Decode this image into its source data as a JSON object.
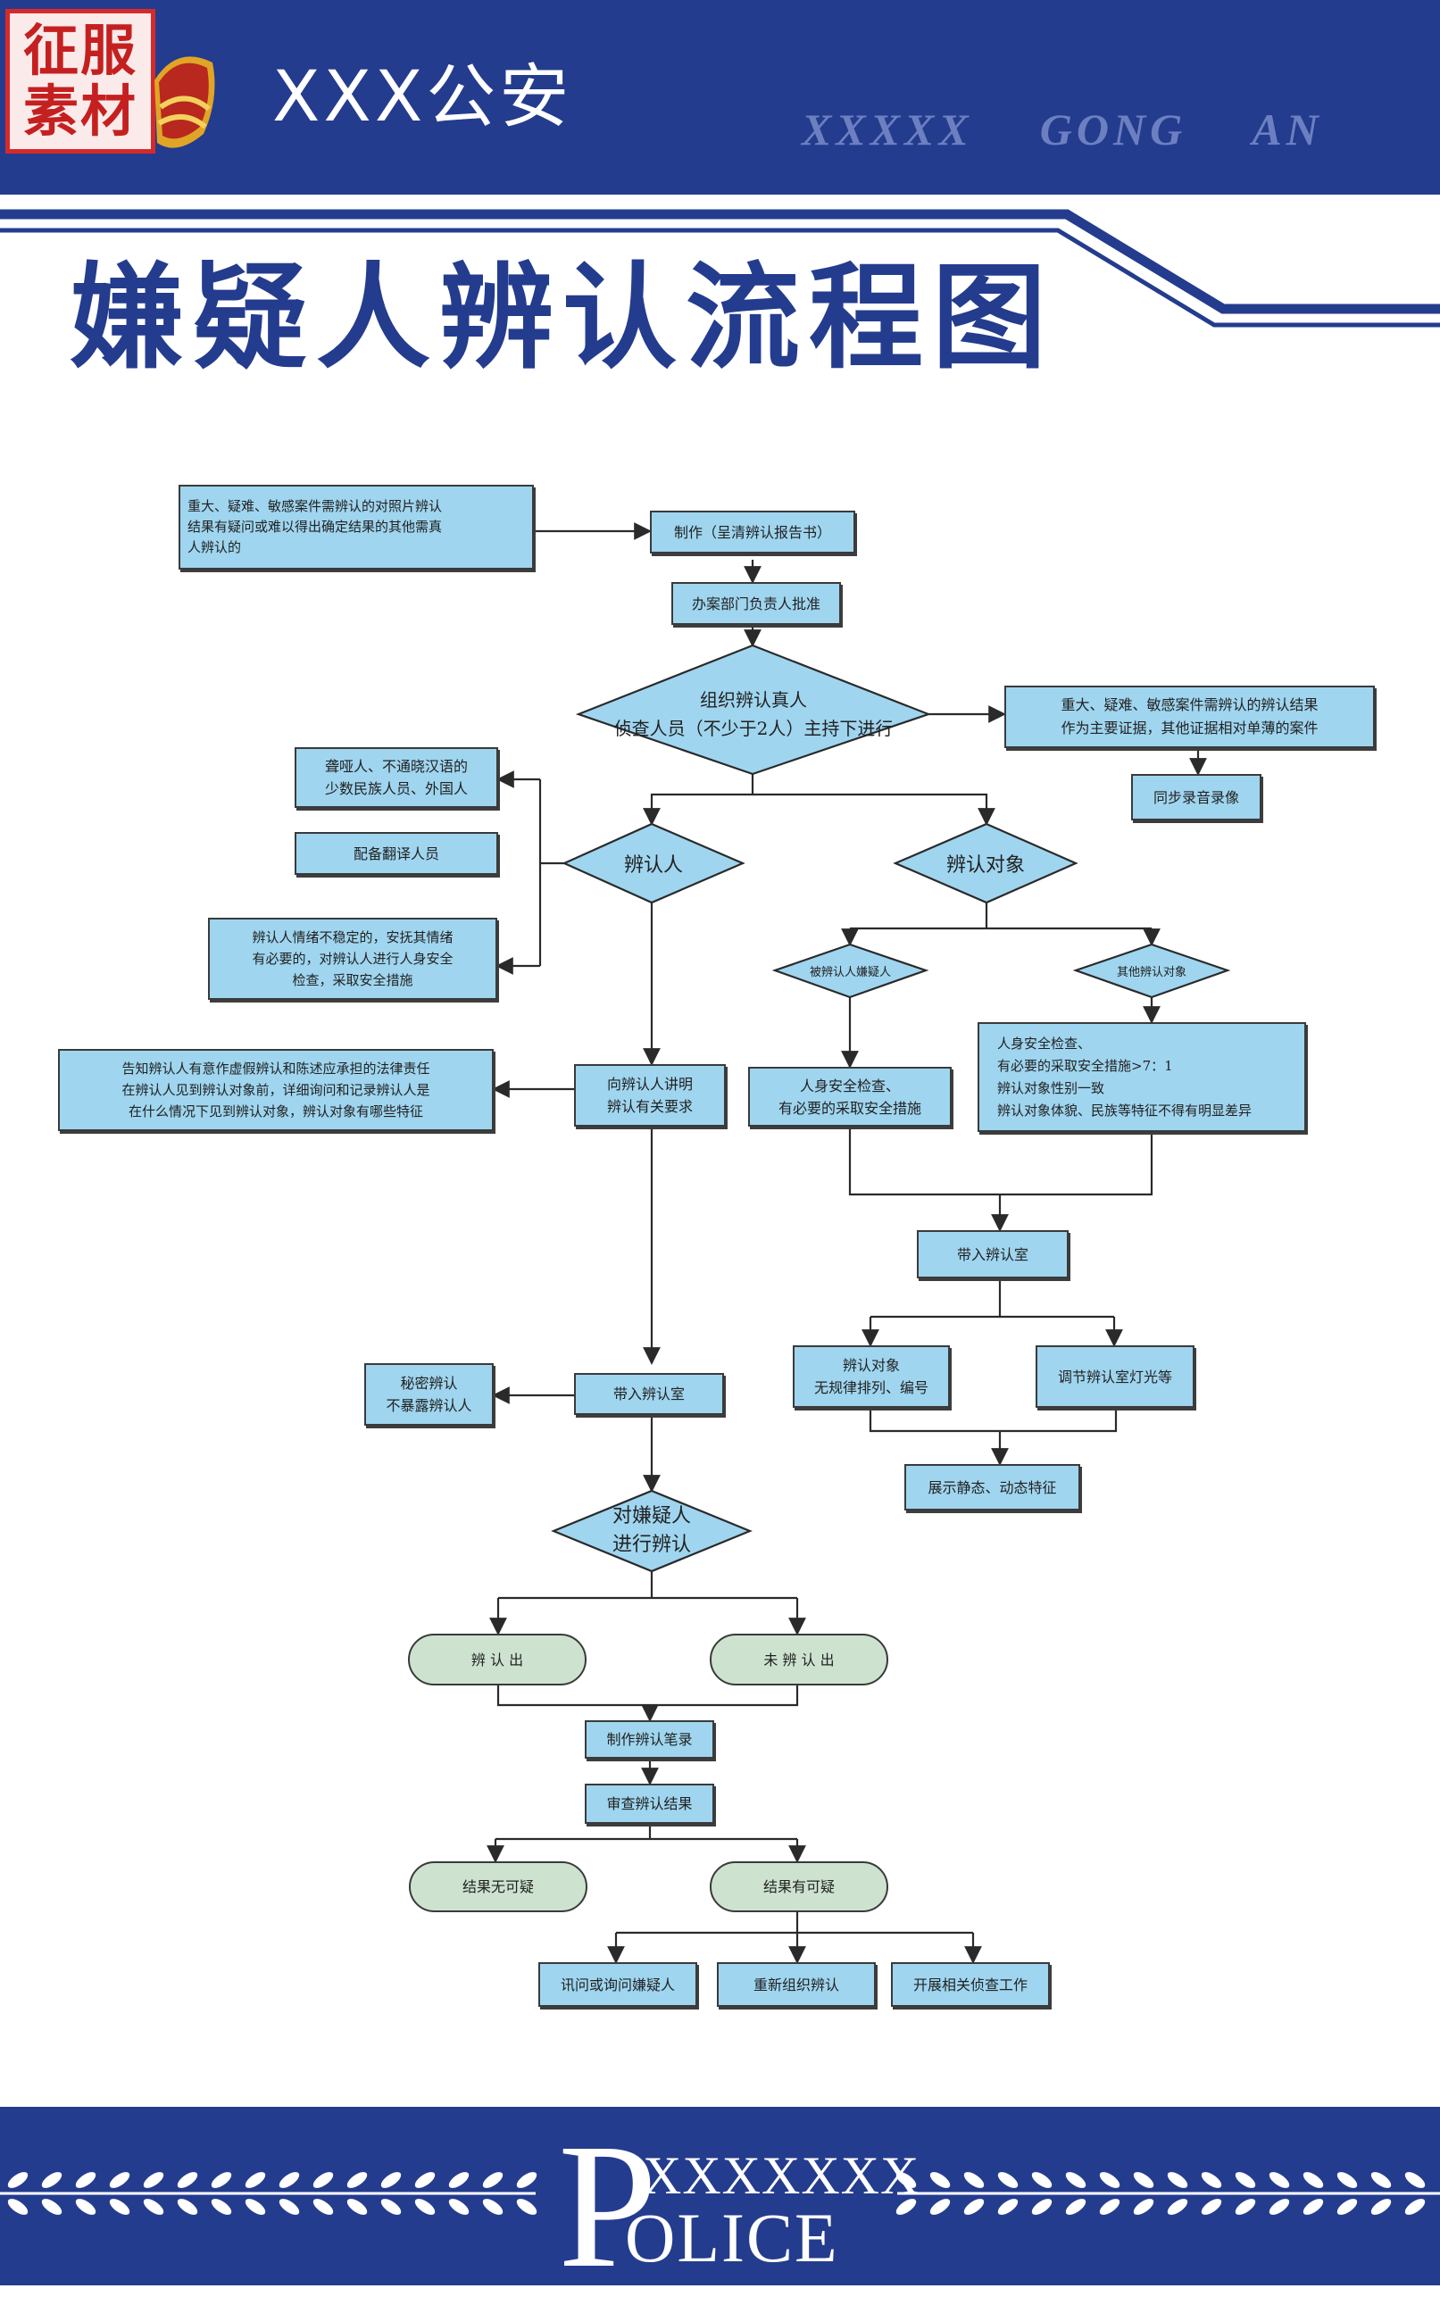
{
  "header": {
    "watermark": "征服\n素材",
    "brand_cn": "XXX公安",
    "brand_en": "XXXXX  GONG  AN"
  },
  "title": "嫌疑人辨认流程图",
  "flow": {
    "n_case_desc": "重大、疑难、敏感案件需辨认的对照片辨认\n结果有疑问或难以得出确定结果的其他需真\n人辨认的",
    "n_make_report": "制作（呈清辨认报告书）",
    "n_approve": "办案部门负责人批准",
    "d_organize": "组织辨认真人\n侦查人员（不少于2人）主持下进行",
    "n_main_evidence": "重大、疑难、敏感案件需辨认的辨认结果\n作为主要证据，其他证据相对单薄的案件",
    "n_sync_record": "同步录音录像",
    "n_deaf_minority": "聋哑人、不通晓汉语的\n少数民族人员、外国人",
    "n_translator": "配备翻译人员",
    "n_emotion": "辨认人情绪不稳定的，安抚其情绪\n有必要的，对辨认人进行人身安全\n检查，采取安全措施",
    "d_identifier": "辨认人",
    "d_target": "辨认对象",
    "d_suspect_target": "被辨认人嫌疑人",
    "d_other_target": "其他辨认对象",
    "n_inform_left": "告知辨认人有意作虚假辨认和陈述应承担的法律责任\n在辨认人见到辨认对象前，详细询问和记录辨认人是\n在什么情况下见到辨认对象，辨认对象有哪些特征",
    "n_explain": "向辨认人讲明\n辨认有关要求",
    "n_safety_mid": "人身安全检查、\n有必要的采取安全措施",
    "n_safety_right": "人身安全检查、\n有必要的采取安全措施>7：1\n辨认对象性别一致\n辨认对象体貌、民族等特征不得有明显差异",
    "n_bring_room_right": "带入辨认室",
    "n_arrange": "辨认对象\n无规律排列、编号",
    "n_lighting": "调节辨认室灯光等",
    "n_show_features": "展示静态、动态特征",
    "n_secret": "秘密辨认\n不暴露辨认人",
    "n_bring_room_left": "带入辨认室",
    "d_identify": "对嫌疑人\n进行辨认",
    "r_identified": "辨 认 出",
    "r_not_identified": "未 辨 认 出",
    "n_make_record": "制作辨认笔录",
    "n_review": "审查辨认结果",
    "r_no_doubt": "结果无可疑",
    "r_doubt": "结果有可疑",
    "n_interrogate": "讯问或询问嫌疑人",
    "n_reorganize": "重新组织辨认",
    "n_investigate": "开展相关侦查工作"
  },
  "footer": {
    "p_letter": "P",
    "code": "XXXXXXX",
    "olice": "OLICE"
  },
  "colors": {
    "navy": "#243c8e",
    "box_fill": "#9fd5ef",
    "rounded_fill": "#cde3d0",
    "watermark_red": "#d62a2a"
  }
}
